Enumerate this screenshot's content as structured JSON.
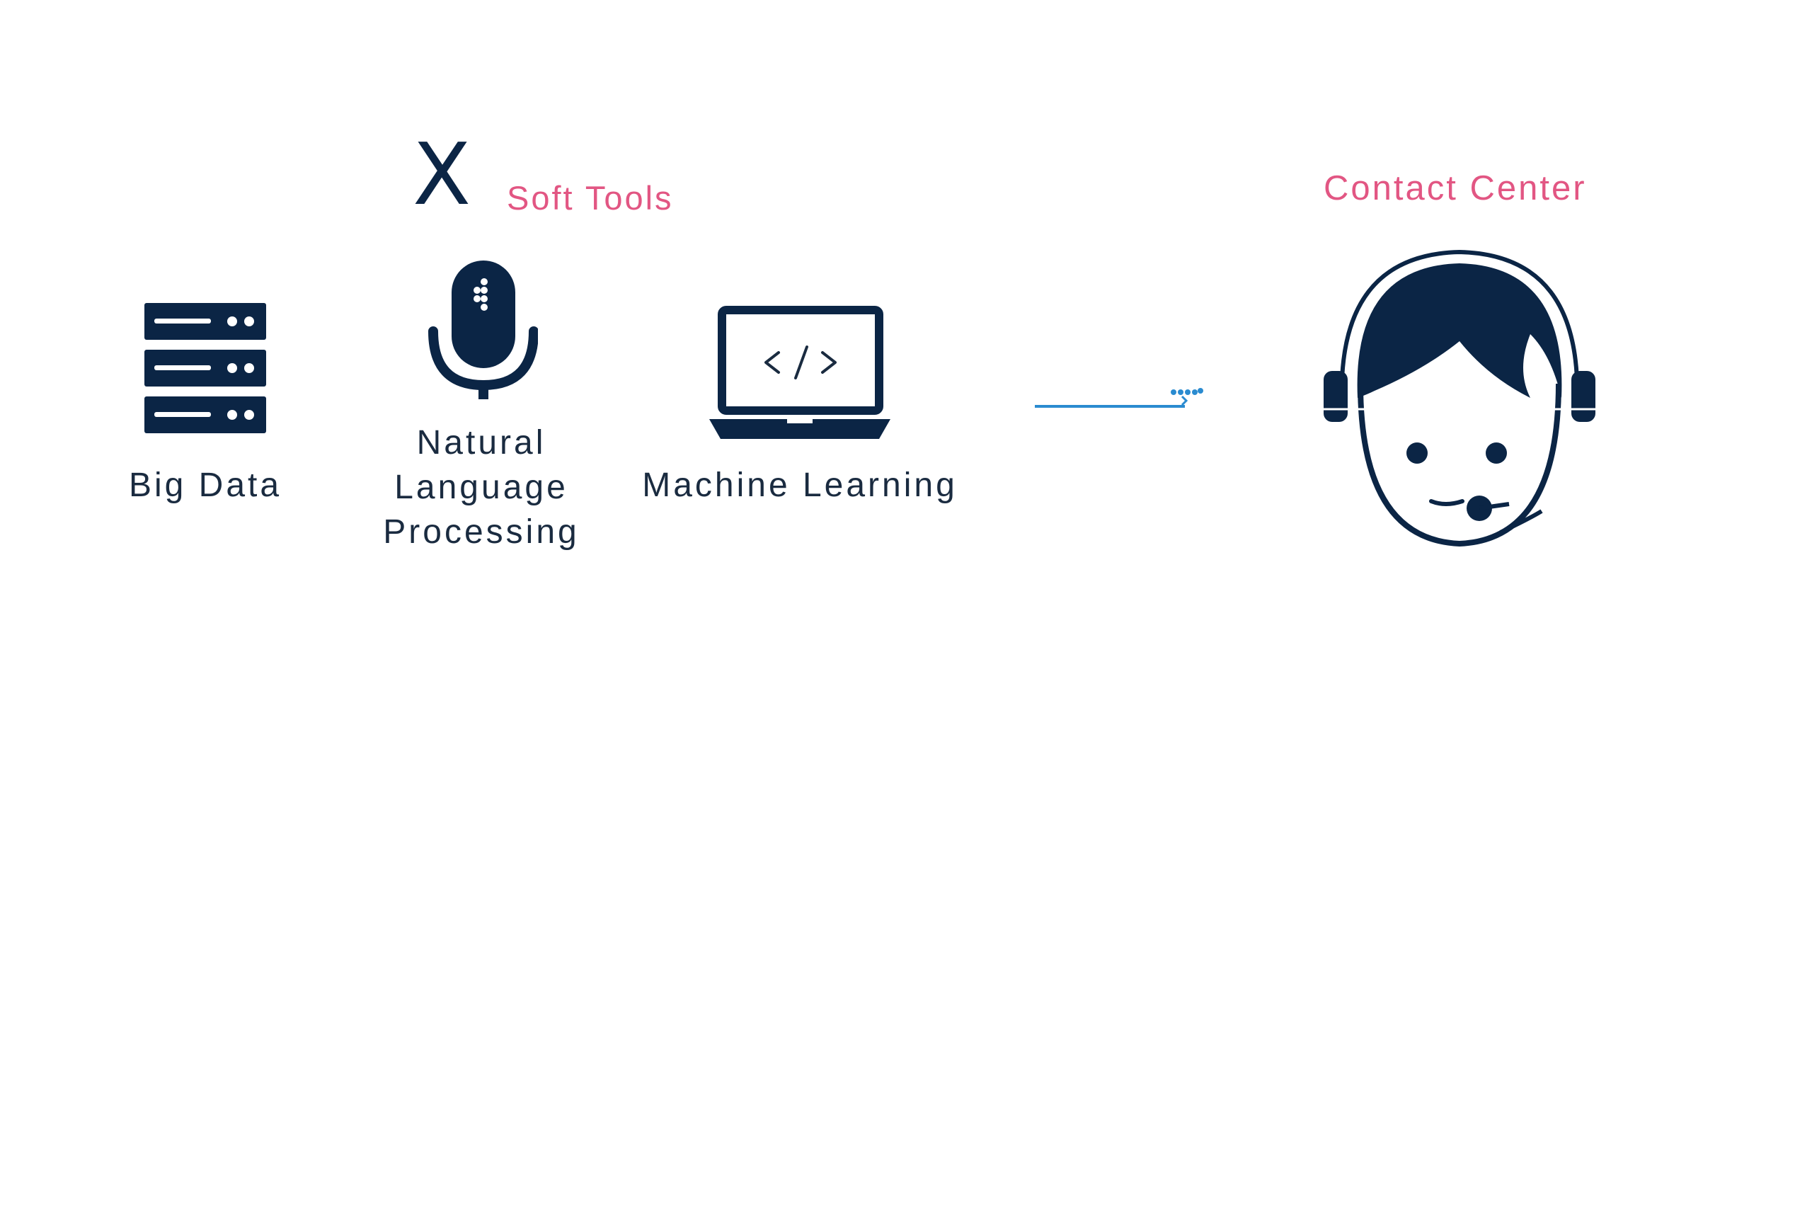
{
  "header": {
    "brand_mark": "X",
    "brand_name": "Soft Tools",
    "target_name": "Contact Center"
  },
  "tools": [
    {
      "label": "Big Data",
      "icon": "server-icon"
    },
    {
      "label_lines": [
        "Natural",
        "Language",
        "Processing"
      ],
      "icon": "microphone-icon"
    },
    {
      "label": "Machine Learning",
      "icon": "laptop-code-icon"
    }
  ],
  "connector": {
    "icon": "arrow-icon"
  },
  "target": {
    "icon": "headset-agent-icon"
  },
  "colors": {
    "icon": "#0b2545",
    "accent": "#e25683",
    "connector": "#2a8bd0",
    "label": "#1a2b40",
    "background": "#ffffff"
  }
}
